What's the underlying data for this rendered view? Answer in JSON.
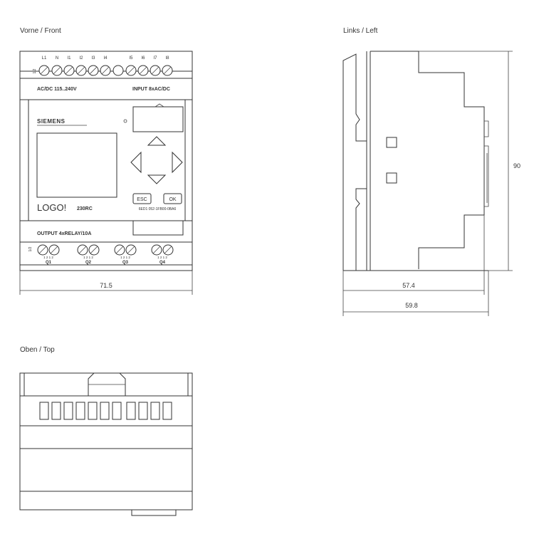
{
  "views": {
    "front_label": "Vorne / Front",
    "left_label": "Links / Left",
    "top_label": "Oben / Top"
  },
  "front": {
    "terminal_labels_top": [
      "L1",
      "N",
      "I1",
      "I2",
      "I3",
      "I4",
      "I5",
      "I6",
      "I7",
      "I8"
    ],
    "side_mark_top": "1/2",
    "power_label": "AC/DC 115..240V",
    "input_label": "INPUT 8xAC/DC",
    "brand": "SIEMENS",
    "model_name": "LOGO!",
    "model_variant": "230RC",
    "esc_label": "ESC",
    "ok_label": "OK",
    "order_number": "6ED1 052-1FB00-0BA6",
    "output_label": "OUTPUT 4xRELAY/10A",
    "side_mark_bottom": "1/2",
    "relay_terminal_label": "1 2 1 2",
    "relay_labels": [
      "Q1",
      "Q2",
      "Q3",
      "Q4"
    ]
  },
  "dimensions": {
    "front_width": "71.5",
    "depth": "57.4",
    "depth_total": "59.8",
    "height": "90"
  }
}
